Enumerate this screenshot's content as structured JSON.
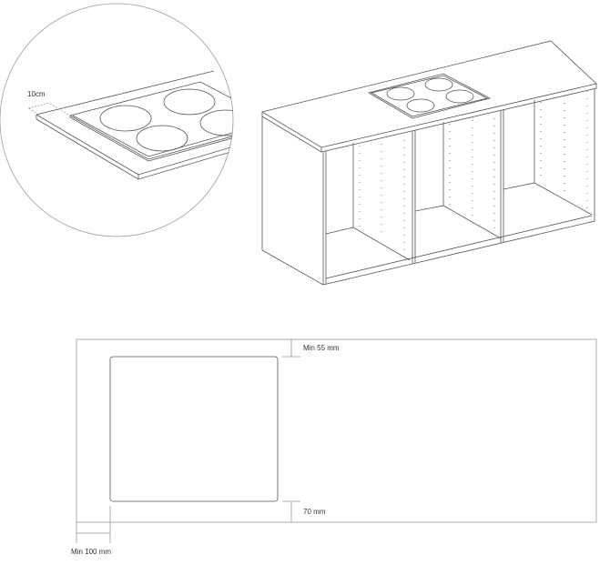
{
  "detail_inset": {
    "edge_distance_label": "10cm"
  },
  "cutout_plan": {
    "top_margin_label": "Min 55 mm",
    "bottom_margin_label": "70 mm",
    "side_margin_label": "Min 100 mm"
  }
}
